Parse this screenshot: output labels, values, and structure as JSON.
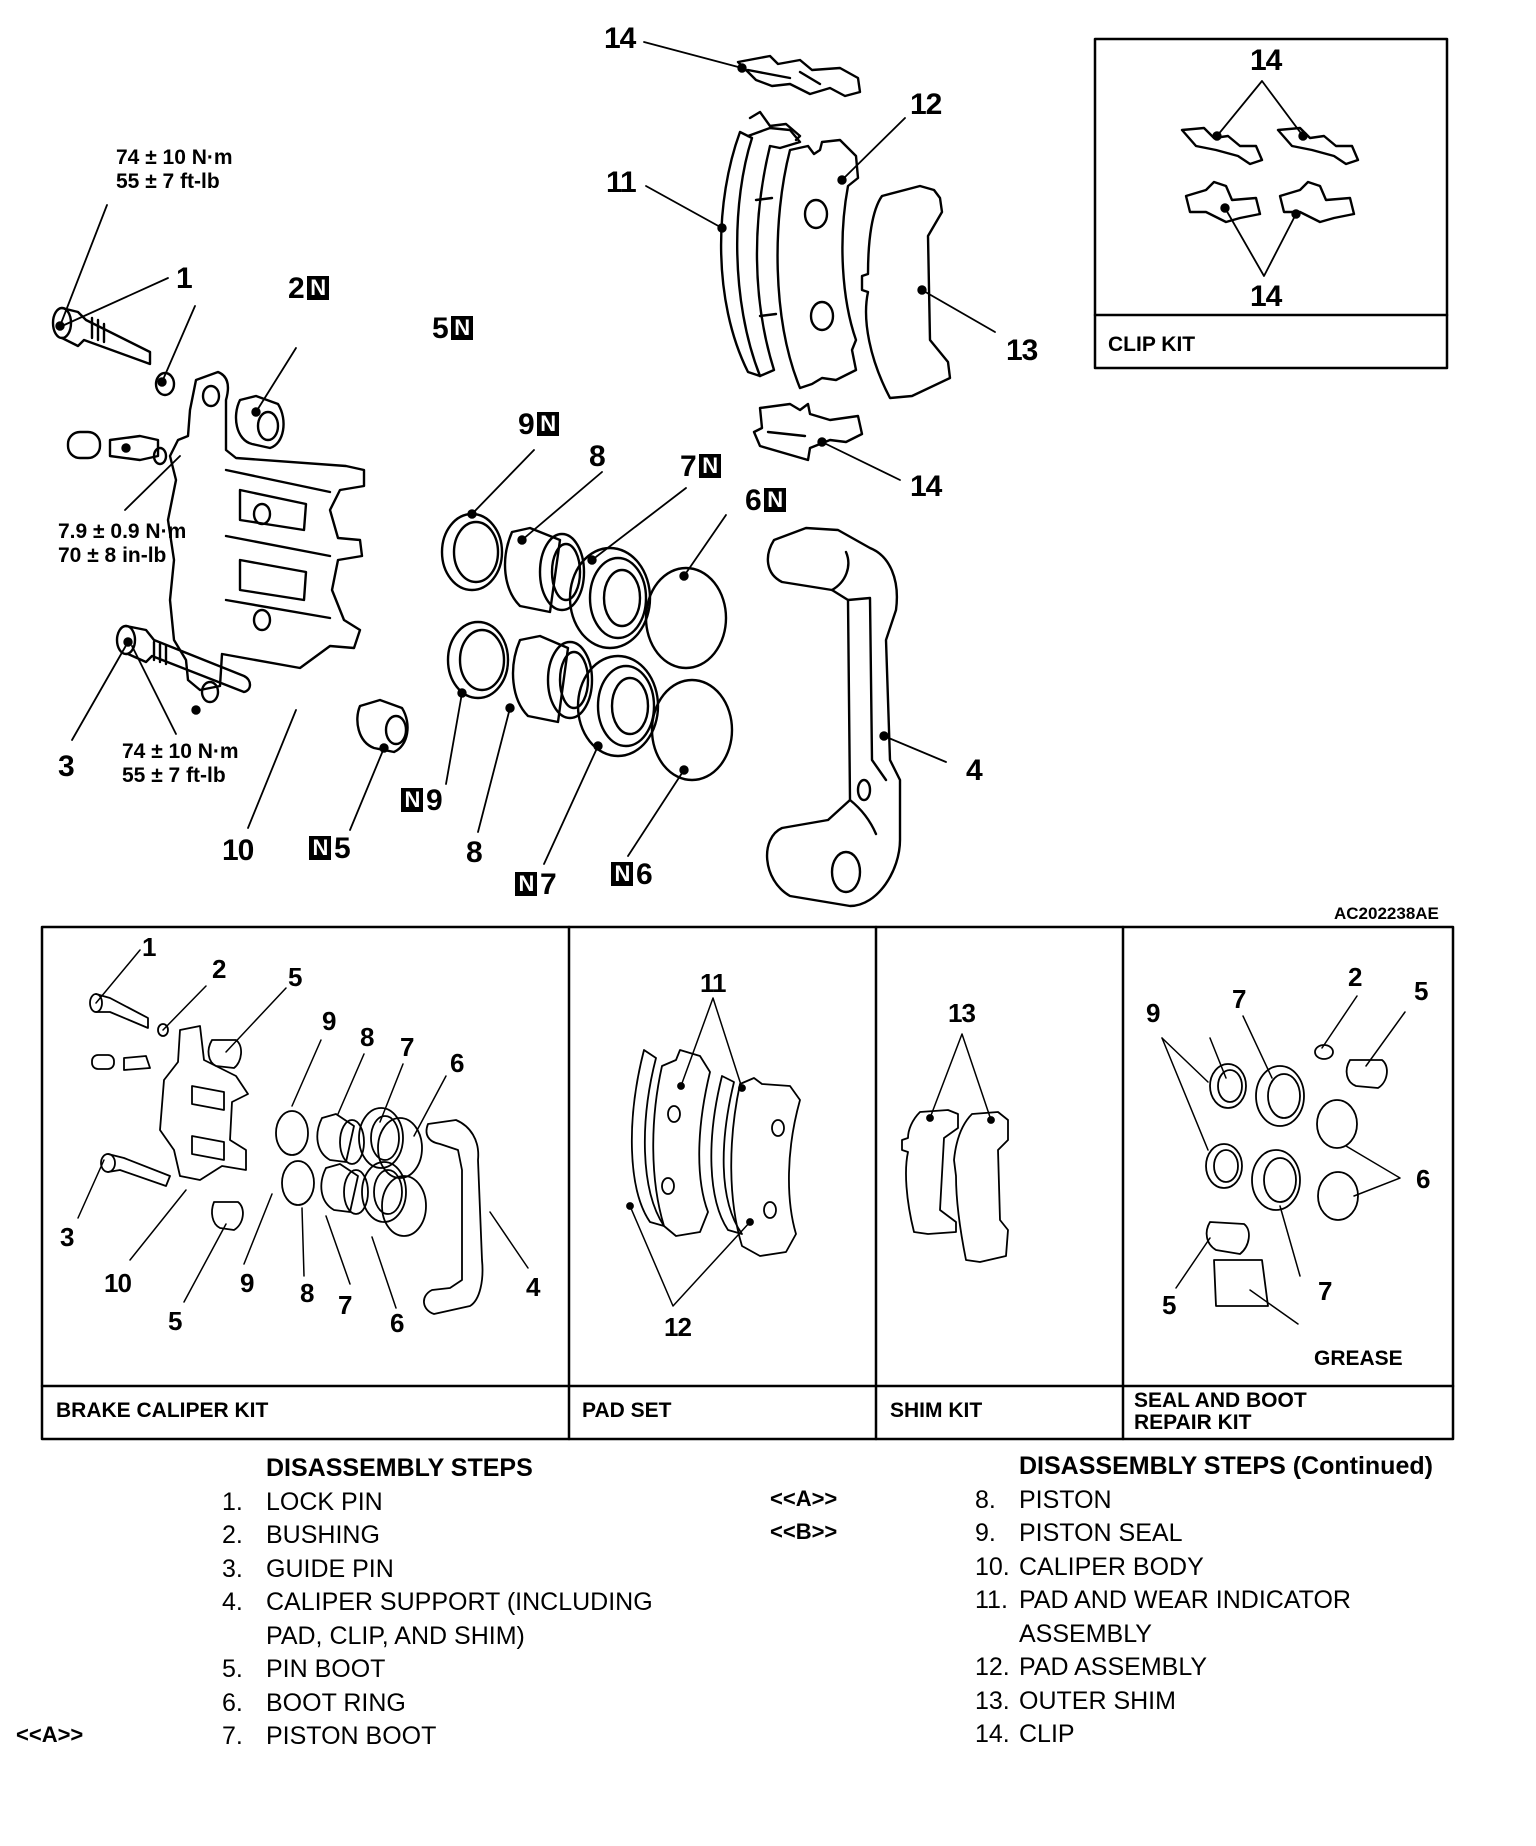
{
  "figure_id": "AC202238AE",
  "main_callouts": {
    "c14_top": "14",
    "c12": "12",
    "c11": "11",
    "c13": "13",
    "c14_mid": "14",
    "c1": "1",
    "c2": "2",
    "c5_top": "5",
    "c9_top": "9",
    "c8_top": "8",
    "c7_top": "7",
    "c6_top": "6",
    "c3": "3",
    "c10": "10",
    "c5_bot": "5",
    "c9_bot": "9",
    "c8_bot": "8",
    "c7_bot": "7",
    "c6_bot": "6",
    "c4": "4"
  },
  "new_part_symbol": "N",
  "torque_specs": {
    "lock_pin": {
      "metric": "74 ± 10 N·m",
      "imperial": "55 ± 7 ft-lb"
    },
    "bleeder": {
      "metric": "7.9 ± 0.9 N·m",
      "imperial": "70 ± 8 in-lb"
    },
    "guide_pin": {
      "metric": "74 ± 10 N·m",
      "imperial": "55 ± 7 ft-lb"
    }
  },
  "clip_kit": {
    "caption": "CLIP KIT",
    "top_label": "14",
    "bottom_label": "14"
  },
  "kits": [
    {
      "caption": "BRAKE CALIPER KIT",
      "labels": [
        "1",
        "2",
        "5",
        "9",
        "8",
        "7",
        "6",
        "3",
        "10",
        "5",
        "9",
        "8",
        "7",
        "6",
        "4"
      ]
    },
    {
      "caption": "PAD SET",
      "labels": [
        "11",
        "12"
      ]
    },
    {
      "caption": "SHIM KIT",
      "labels": [
        "13"
      ]
    },
    {
      "caption_line1": "SEAL AND BOOT",
      "caption_line2": "REPAIR KIT",
      "labels": [
        "2",
        "5",
        "9",
        "7",
        "6",
        "7",
        "5"
      ],
      "grease_label": "GREASE"
    }
  ],
  "steps_left": {
    "heading": "DISASSEMBLY STEPS",
    "items": [
      {
        "num": "1.",
        "label": "LOCK PIN",
        "marker": ""
      },
      {
        "num": "2.",
        "label": "BUSHING",
        "marker": ""
      },
      {
        "num": "3.",
        "label": "GUIDE PIN",
        "marker": ""
      },
      {
        "num": "4.",
        "label": "CALIPER SUPPORT (INCLUDING",
        "marker": ""
      },
      {
        "num": "",
        "label": "PAD, CLIP, AND SHIM)",
        "marker": ""
      },
      {
        "num": "5.",
        "label": "PIN BOOT",
        "marker": ""
      },
      {
        "num": "6.",
        "label": "BOOT RING",
        "marker": ""
      },
      {
        "num": "7.",
        "label": "PISTON BOOT",
        "marker": "<<A>>"
      }
    ]
  },
  "steps_right": {
    "heading": "DISASSEMBLY STEPS",
    "heading_suffix": "(Continued)",
    "items": [
      {
        "num": "8.",
        "label": "PISTON",
        "marker": "<<A>>"
      },
      {
        "num": "9.",
        "label": "PISTON SEAL",
        "marker": "<<B>>"
      },
      {
        "num": "10.",
        "label": "CALIPER BODY",
        "marker": ""
      },
      {
        "num": "11.",
        "label": "PAD AND WEAR INDICATOR",
        "marker": ""
      },
      {
        "num": "",
        "label": "ASSEMBLY",
        "marker": ""
      },
      {
        "num": "12.",
        "label": "PAD ASSEMBLY",
        "marker": ""
      },
      {
        "num": "13.",
        "label": "OUTER SHIM",
        "marker": ""
      },
      {
        "num": "14.",
        "label": "CLIP",
        "marker": ""
      }
    ]
  }
}
